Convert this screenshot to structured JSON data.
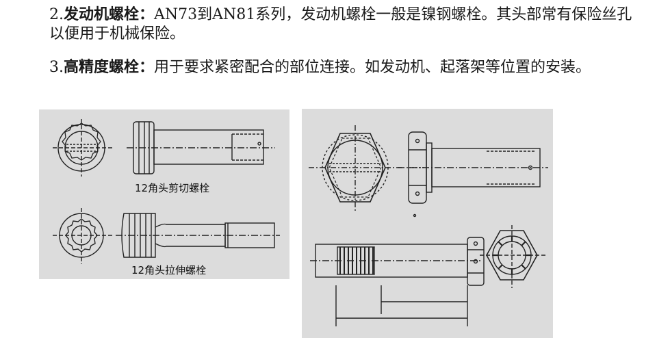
{
  "items": [
    {
      "num": "2.",
      "term": "发动机螺栓",
      "sep": "：",
      "text": "AN73到AN81系列，发动机螺栓一般是镍钢螺栓。其头部常有保险丝孔以便用于机械保险。"
    },
    {
      "num": "3.",
      "term": "高精度螺栓",
      "sep": "：",
      "text": "用于要求紧密配合的部位连接。如发动机、起落架等位置的安装。"
    }
  ],
  "captions": {
    "shear_bolt": "12角头剪切螺栓",
    "tension_bolt": "12角头拉伸螺栓"
  },
  "colors": {
    "panel_bg": "#dcdcdc",
    "ink": "#1a1a1a"
  }
}
